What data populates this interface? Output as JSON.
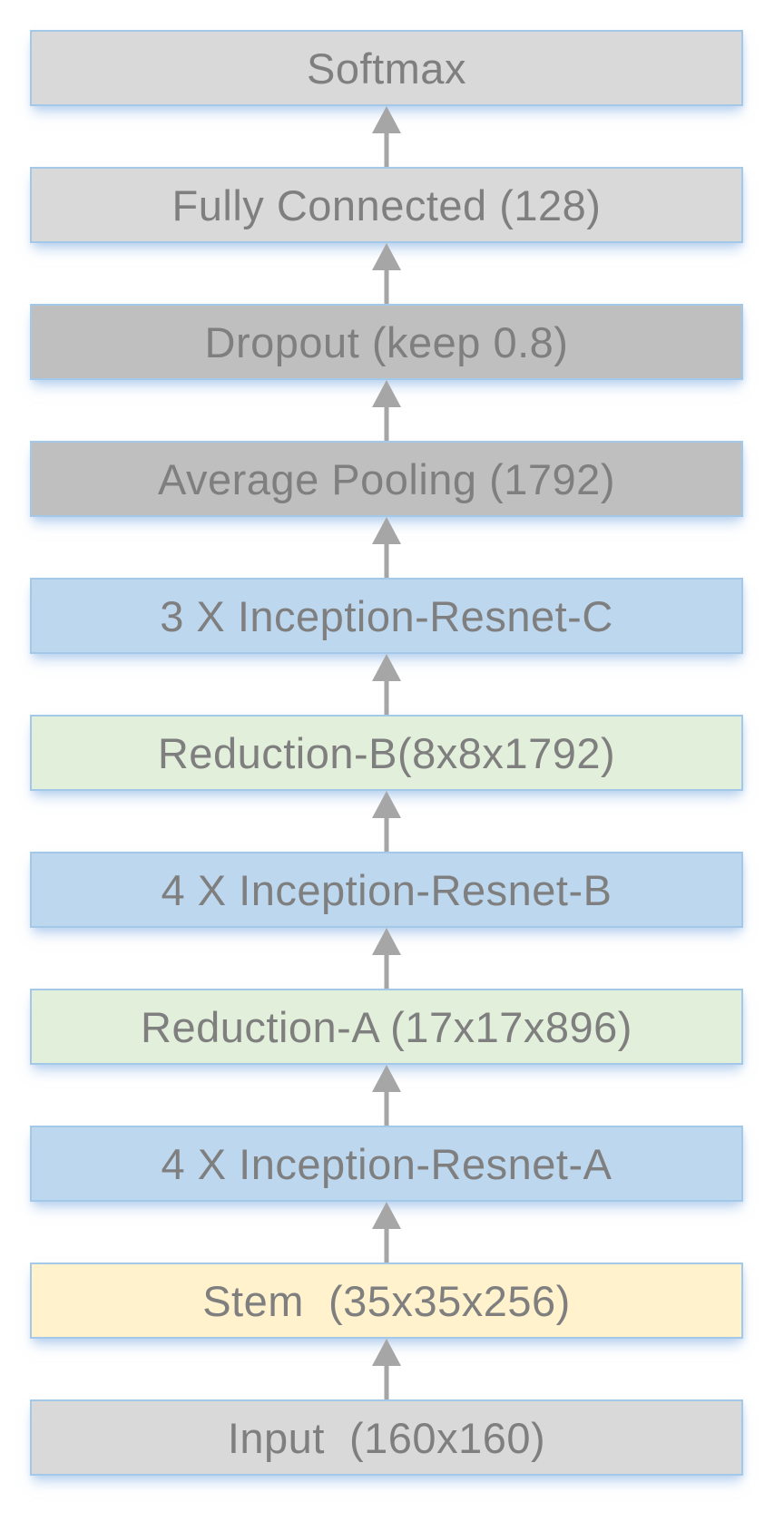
{
  "diagram": {
    "type": "layer-stack",
    "flow_direction": "bottom-to-top",
    "arrow_direction": "up",
    "layers": [
      {
        "label": "Softmax",
        "type": "gray_light"
      },
      {
        "label": "Fully Connected (128)",
        "type": "gray_light"
      },
      {
        "label": "Dropout (keep 0.8)",
        "type": "gray_dark"
      },
      {
        "label": "Average Pooling (1792)",
        "type": "gray_dark"
      },
      {
        "label": "3 X Inception-Resnet-C",
        "type": "blue"
      },
      {
        "label": "Reduction-B(8x8x1792)",
        "type": "green"
      },
      {
        "label": "4 X Inception-Resnet-B",
        "type": "blue"
      },
      {
        "label": "Reduction-A (17x17x896)",
        "type": "green"
      },
      {
        "label": "4 X Inception-Resnet-A",
        "type": "blue"
      },
      {
        "label": "Stem  (35x35x256)",
        "type": "yellow"
      },
      {
        "label": "Input  (160x160)",
        "type": "gray_light"
      }
    ],
    "colors": {
      "gray_light": "#d9d9d9",
      "gray_dark": "#bfbfbf",
      "blue": "#bdd7ee",
      "green": "#e2efda",
      "yellow": "#fff2cc",
      "border": "#a4c8e8",
      "text": "#7f7f7f",
      "arrow": "#a6a6a6"
    }
  }
}
